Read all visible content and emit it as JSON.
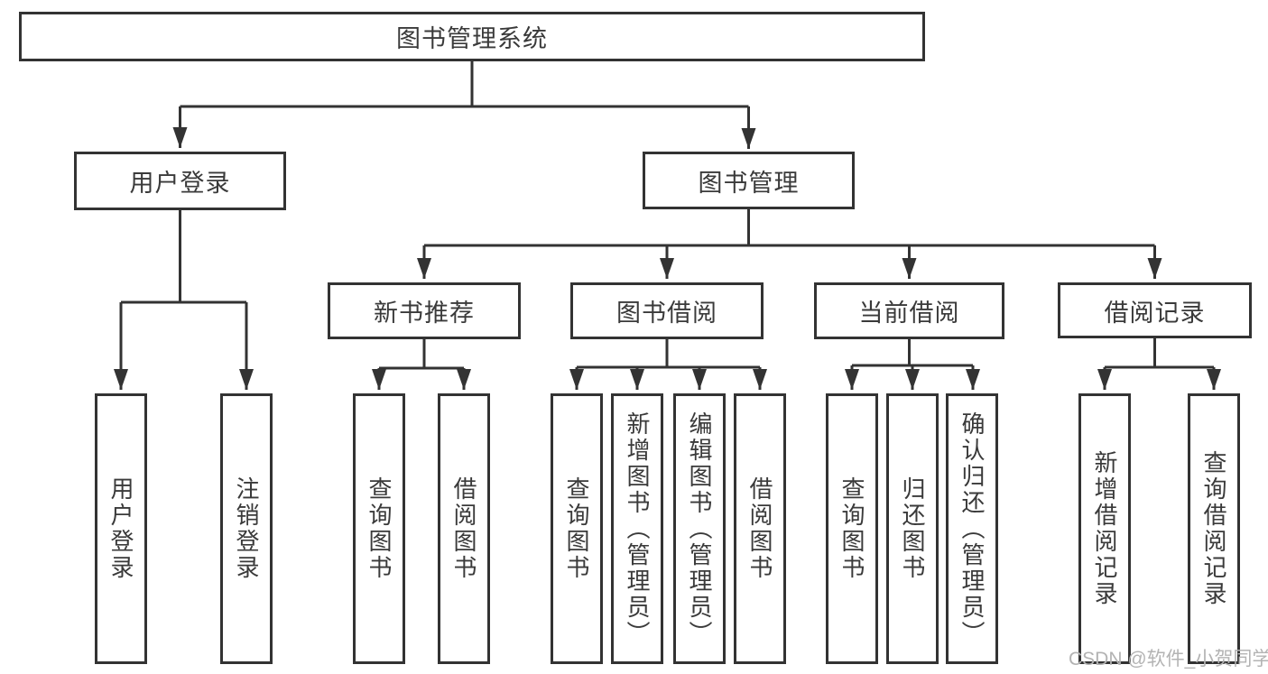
{
  "diagram": {
    "root": {
      "label": "图书管理系统"
    },
    "level2": [
      {
        "label": "用户登录"
      },
      {
        "label": "图书管理"
      }
    ],
    "level3": [
      {
        "label": "新书推荐"
      },
      {
        "label": "图书借阅"
      },
      {
        "label": "当前借阅"
      },
      {
        "label": "借阅记录"
      }
    ],
    "leaves": [
      {
        "label": "用户登录"
      },
      {
        "label": "注销登录"
      },
      {
        "label": "查询图书"
      },
      {
        "label": "借阅图书"
      },
      {
        "label": "查询图书"
      },
      {
        "label": "新增图书（管理员）"
      },
      {
        "label": "编辑图书（管理员）"
      },
      {
        "label": "借阅图书"
      },
      {
        "label": "查询图书"
      },
      {
        "label": "归还图书"
      },
      {
        "label": "确认归还（管理员）"
      },
      {
        "label": "新增借阅记录"
      },
      {
        "label": "查询借阅记录"
      }
    ],
    "watermark": "CSDN @软件_小贺同学",
    "colors": {
      "line": "#333333",
      "text": "#3a3a3a",
      "watermark": "#b3b3b3",
      "background": "#ffffff"
    }
  }
}
